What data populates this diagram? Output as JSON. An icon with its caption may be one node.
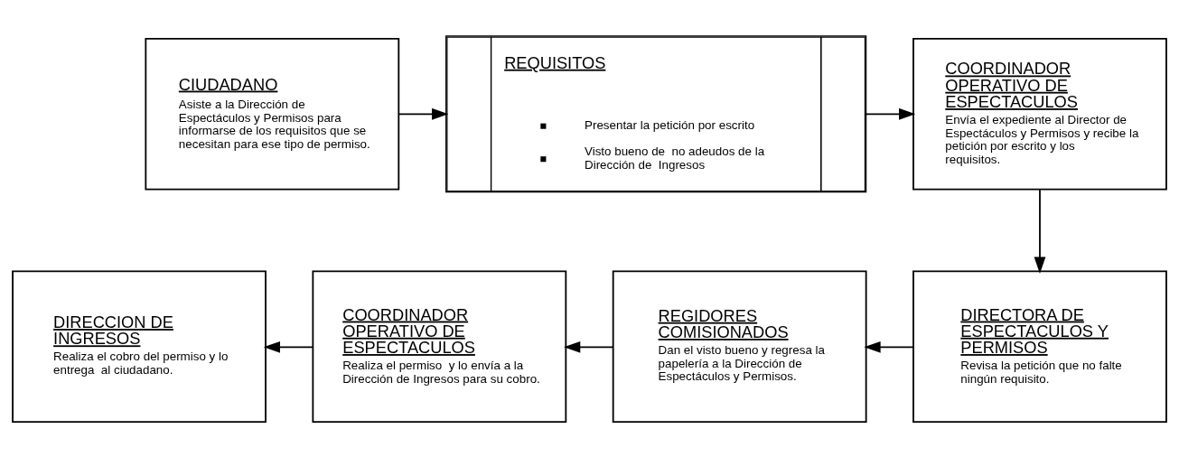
{
  "diagram": {
    "nodes": [
      {
        "text": [
          "CIUDADANO",
          "Asiste a la Dirección de Espectáculos y Permisos para informarse de los requisitos que se necesitan para ese tipo de permiso."
        ]
      },
      {
        "text": [
          "REQUISITOS",
          "Presentar la petición por escrito",
          "Visto bueno de  no adeudos de la Dirección de  Ingresos"
        ]
      },
      {
        "text": [
          "COORDINADOR OPERATIVO DE ESPECTACULOS",
          "Envía el expediente al Director de Espectáculos y Permisos y recibe la petición por escrito y los requisitos."
        ]
      },
      {
        "text": [
          "DIRECCION DE INGRESOS",
          "Realiza el cobro del permiso y lo entrega  al ciudadano."
        ]
      },
      {
        "text": [
          "COORDINADOR OPERATIVO DE ESPECTACULOS",
          "Realiza el permiso  y lo envía a la Dirección de Ingresos para su cobro."
        ]
      },
      {
        "text": [
          "REGIDORES COMISIONADOS",
          "Dan el visto bueno y regresa la papelería a la Dirección de Espectáculos y Permisos."
        ]
      },
      {
        "text": [
          "DIRECTORA DE ESPECTACULOS Y PERMISOS",
          "Revisa la petición que no falte ningún requisito."
        ]
      }
    ],
    "edges": [
      {
        "from": 0,
        "to": 1,
        "arrow": "to"
      },
      {
        "from": 1,
        "to": 2,
        "arrow": "to"
      },
      {
        "from": 2,
        "to": 6,
        "arrow": "to"
      },
      {
        "from": 6,
        "to": 5,
        "arrow": "to"
      },
      {
        "from": 5,
        "to": 4,
        "arrow": "to"
      },
      {
        "from": 4,
        "to": 3,
        "arrow": "to"
      }
    ]
  }
}
